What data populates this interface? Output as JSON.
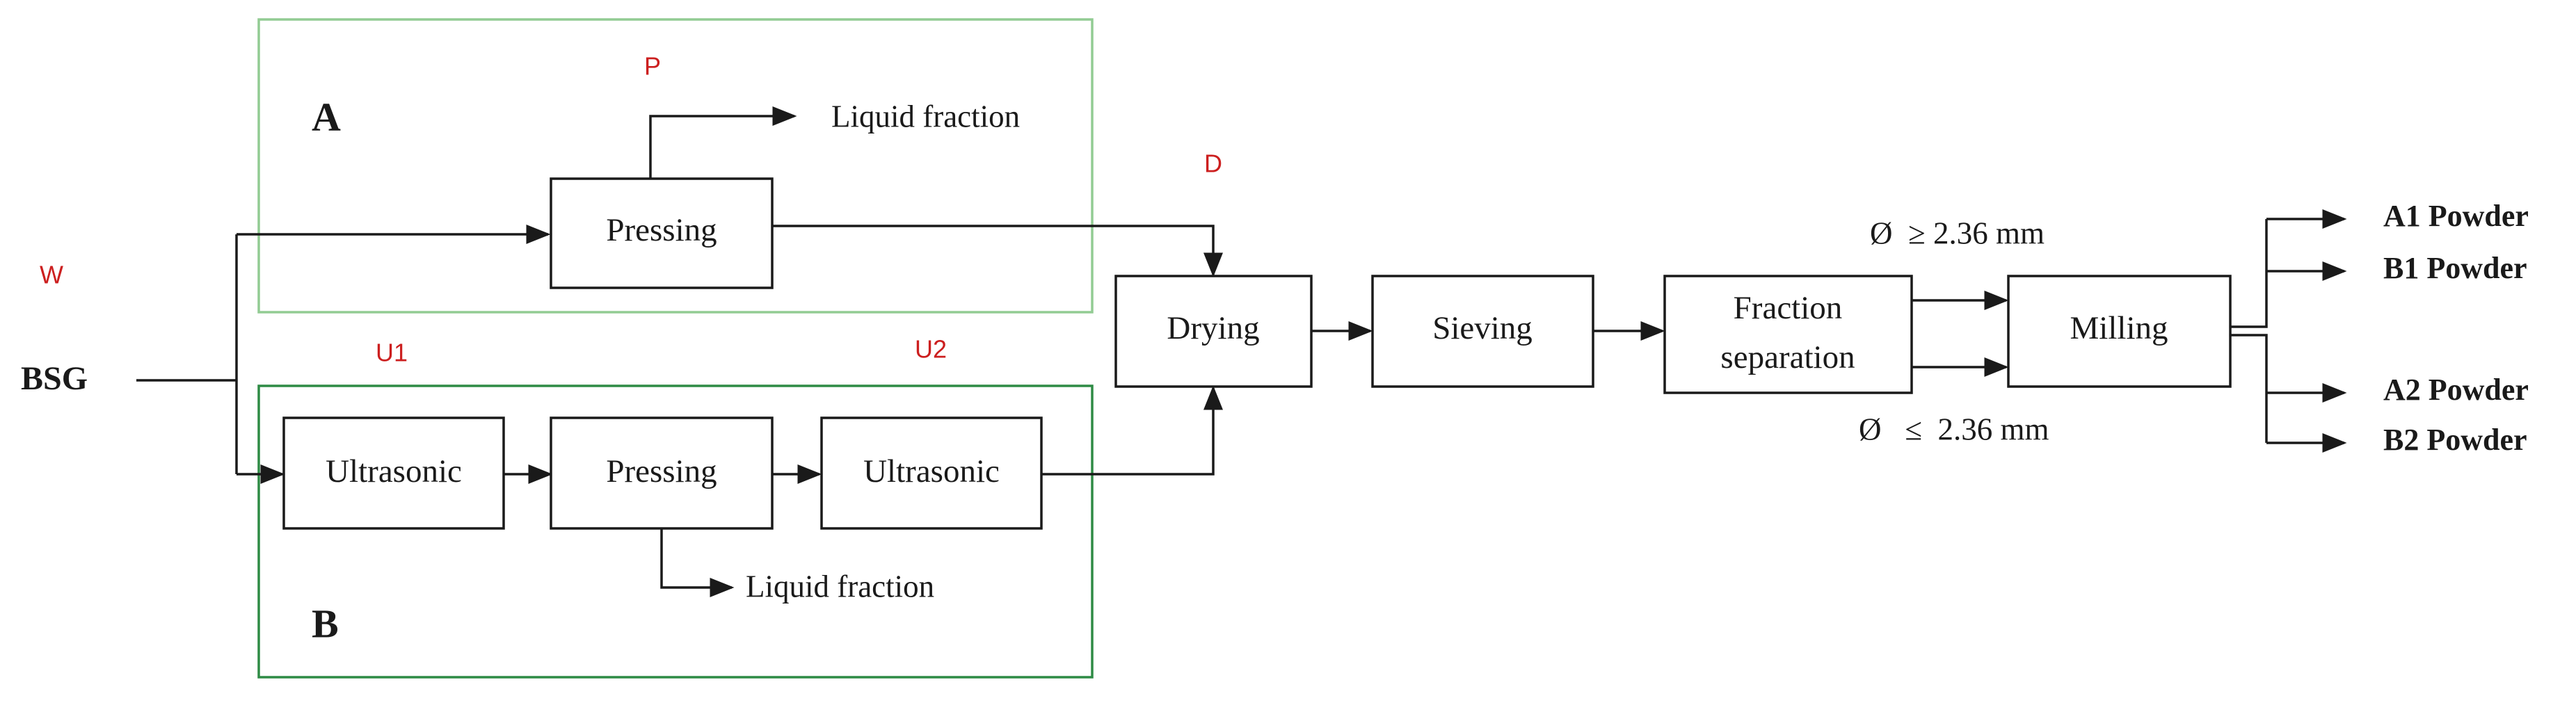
{
  "colors": {
    "group_a_border": "#92cc93",
    "group_b_border": "#2e8b45",
    "group_label": "#1f3d24",
    "marker_red": "#cc1f1f",
    "line": "#1a1a1a"
  },
  "input": {
    "label": "BSG"
  },
  "groups": {
    "a": {
      "label": "A"
    },
    "b": {
      "label": "B"
    }
  },
  "markers": {
    "w": "W",
    "p": "P",
    "d": "D",
    "u1": "U1",
    "u2": "U2"
  },
  "boxes": {
    "pressing_a": "Pressing",
    "ultrasonic_1": "Ultrasonic",
    "pressing_b": "Pressing",
    "ultrasonic_2": "Ultrasonic",
    "drying": "Drying",
    "sieving": "Sieving",
    "fraction_separation_line1": "Fraction",
    "fraction_separation_line2": "separation",
    "milling": "Milling"
  },
  "outputs": {
    "liquid_fraction_a": "Liquid fraction",
    "liquid_fraction_b": "Liquid fraction",
    "a1": "A1 Powder",
    "b1": "B1 Powder",
    "a2": "A2 Powder",
    "b2": "B2 Powder"
  },
  "fractions": {
    "coarse": "Ø  ≥ 2.36 mm",
    "fine": "Ø   ≤  2.36 mm"
  }
}
